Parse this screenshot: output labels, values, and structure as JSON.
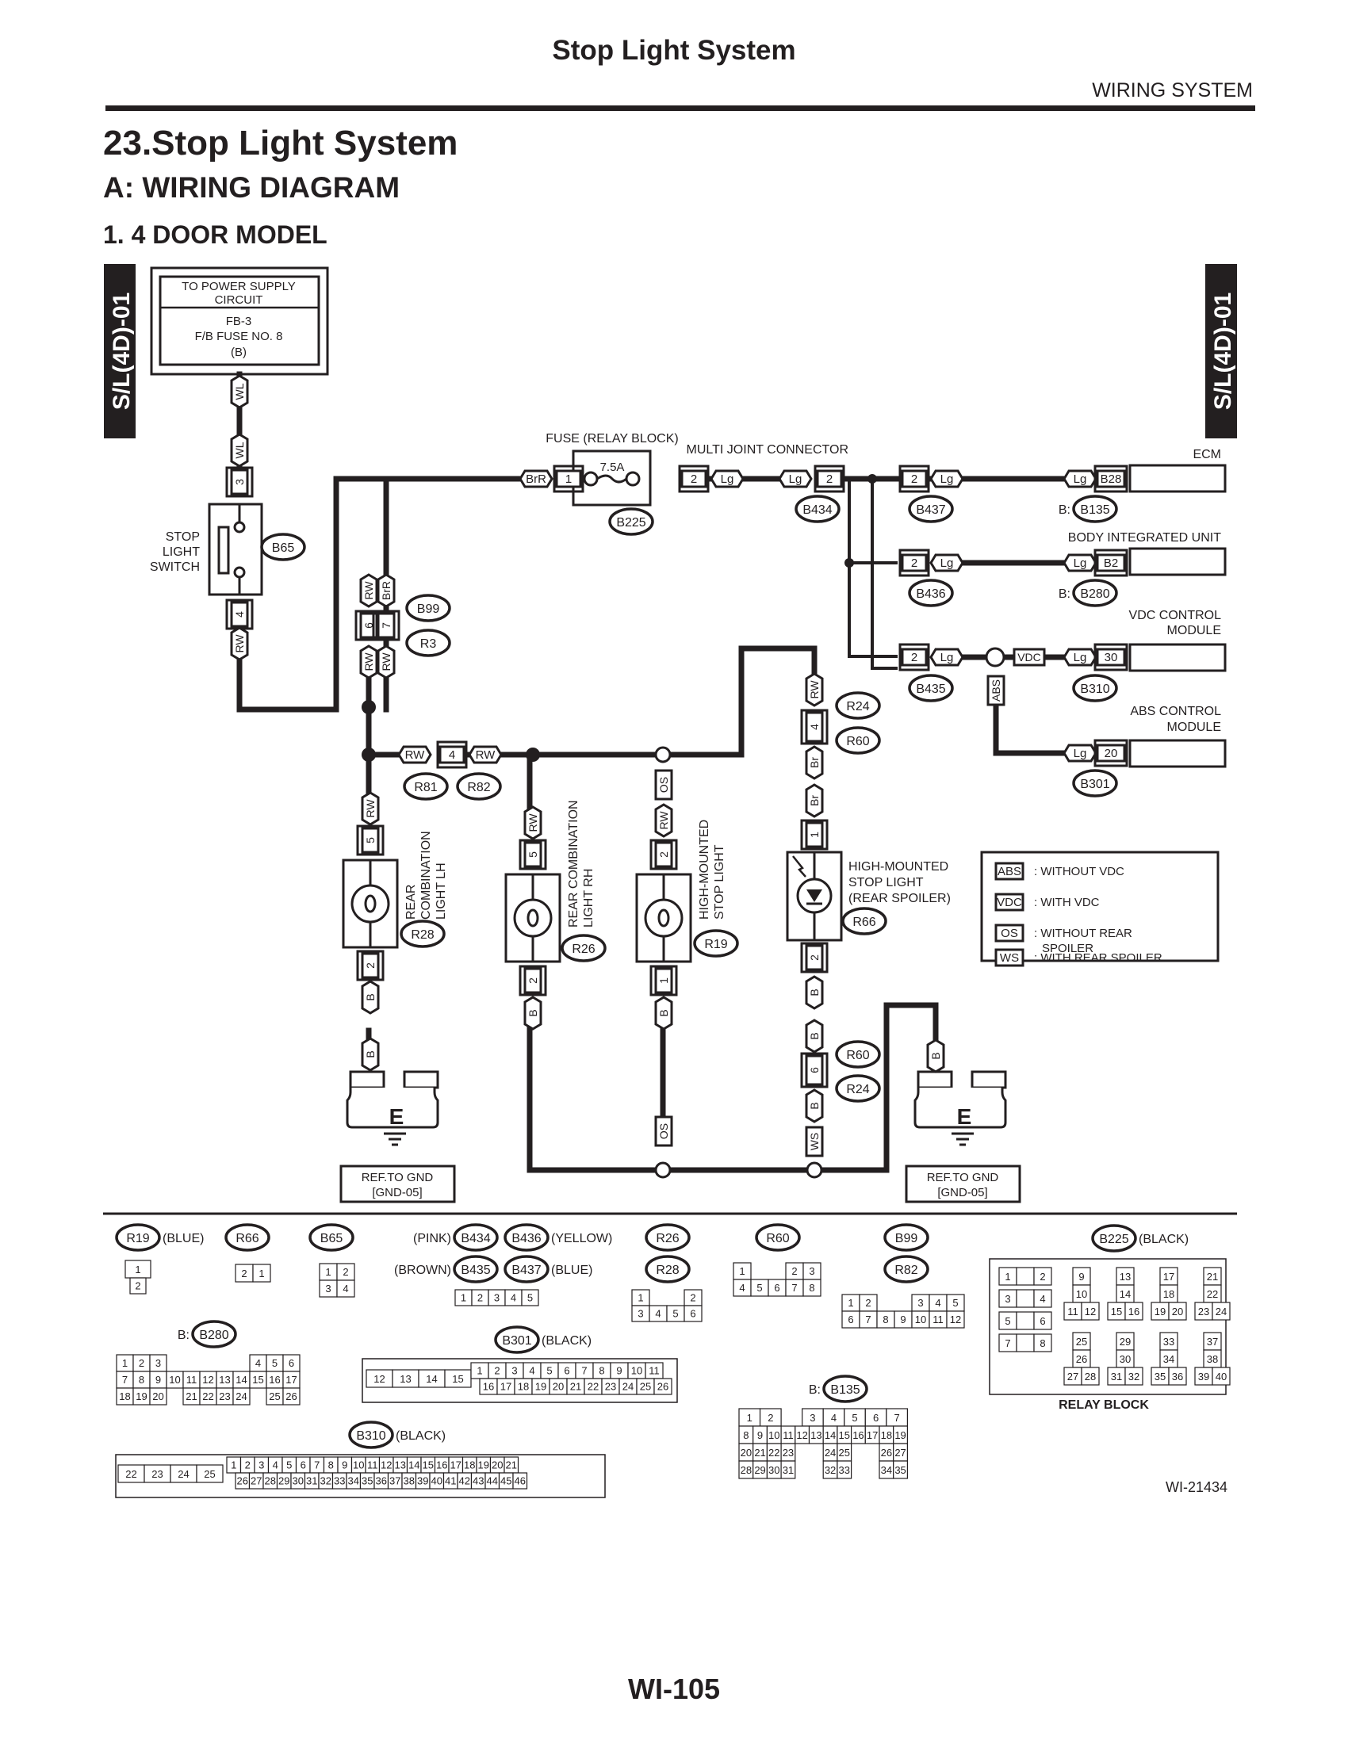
{
  "page": {
    "header_title": "Stop Light System",
    "section_label": "WIRING SYSTEM",
    "title": "23.Stop Light System",
    "subtitle": "A:  WIRING DIAGRAM",
    "model": "1.  4 DOOR MODEL",
    "page_number": "WI-105",
    "figure_id": "WI-21434"
  },
  "side_tabs": {
    "left": "S/L(4D)-01",
    "right": "S/L(4D)-01"
  },
  "power_supply": {
    "line1": "TO POWER SUPPLY",
    "line2": "CIRCUIT",
    "line3": "FB-3",
    "line4": "F/B FUSE NO. 8",
    "line5": "(B)"
  },
  "components": {
    "stop_light_switch": {
      "label": [
        "STOP",
        "LIGHT",
        "SWITCH"
      ],
      "connector": "B65",
      "pins": [
        "3",
        "4"
      ],
      "wires": [
        "WL",
        "WL",
        "RW"
      ]
    },
    "fuse": {
      "label": "FUSE (RELAY BLOCK)",
      "rating": "7.5A",
      "connector": "B225",
      "pins": [
        "1",
        "2"
      ],
      "wires": [
        "BrR",
        "Lg"
      ]
    },
    "multi_joint": {
      "label": "MULTI JOINT CONNECTOR",
      "connectors": [
        "B434",
        "B437",
        "B436",
        "B435"
      ],
      "pin": "2",
      "wire": "Lg"
    },
    "ecm": {
      "label": "ECM",
      "pin": "B28",
      "wire": "Lg",
      "connector_prefix": "B:",
      "connector": "B135"
    },
    "biu": {
      "label": "BODY INTEGRATED UNIT",
      "pin": "B2",
      "wire": "Lg",
      "connector_prefix": "B:",
      "connector": "B280"
    },
    "vdc": {
      "label": [
        "VDC CONTROL",
        "MODULE"
      ],
      "pin": "30",
      "wire": "Lg",
      "connector": "B310",
      "tag": "VDC"
    },
    "abs": {
      "label": [
        "ABS CONTROL",
        "MODULE"
      ],
      "pin": "20",
      "wire": "Lg",
      "connector": "B301",
      "tag": "ABS"
    },
    "joint_b99": {
      "connectors": [
        "B99",
        "R3"
      ],
      "pins": [
        "6",
        "7"
      ],
      "wires_top": [
        "RW",
        "BrR"
      ],
      "wires_bottom": [
        "RW",
        "RW"
      ]
    },
    "joint_r81": {
      "connectors": [
        "R81",
        "R82"
      ],
      "pin": "4",
      "wires": [
        "RW",
        "RW"
      ]
    },
    "rear_lh": {
      "label": [
        "REAR",
        "COMBINATION",
        "LIGHT LH"
      ],
      "connector": "R28",
      "pins": [
        "5",
        "2"
      ],
      "wires": [
        "RW",
        "B",
        "B"
      ]
    },
    "rear_rh": {
      "label": [
        "REAR COMBINATION",
        "LIGHT RH"
      ],
      "connector": "R26",
      "pins": [
        "5",
        "2"
      ],
      "wires": [
        "RW",
        "B"
      ]
    },
    "hmsl": {
      "label": [
        "HIGH-MOUNTED",
        "STOP LIGHT"
      ],
      "connector": "R19",
      "pins": [
        "2",
        "1"
      ],
      "wires": [
        "OS",
        "RW",
        "B",
        "OS"
      ]
    },
    "hmsl_spoiler": {
      "label": [
        "HIGH-MOUNTED",
        "STOP LIGHT",
        "(REAR SPOILER)"
      ],
      "connector": "R66",
      "pins": [
        "1",
        "2"
      ],
      "wires": [
        "Br",
        "B"
      ]
    },
    "joint_r24_top": {
      "connectors": [
        "R24",
        "R60"
      ],
      "pin": "4",
      "wires": [
        "RW",
        "Br"
      ],
      "tag": "WS"
    },
    "joint_r24_bottom": {
      "connectors": [
        "R60",
        "R24"
      ],
      "pin": "6",
      "wires": [
        "B",
        "B",
        "B"
      ],
      "tag": "WS"
    },
    "ground_left": {
      "label": [
        "REF.TO GND",
        "[GND-05]"
      ],
      "symbol": "E",
      "wire": "B"
    },
    "ground_right": {
      "label": [
        "REF.TO GND",
        "[GND-05]"
      ],
      "symbol": "E",
      "wire": "B"
    }
  },
  "legend": [
    {
      "tag": "ABS",
      "text": ": WITHOUT VDC"
    },
    {
      "tag": "VDC",
      "text": ": WITH VDC"
    },
    {
      "tag": "OS",
      "text": ": WITHOUT REAR",
      "text2": "SPOILER"
    },
    {
      "tag": "WS",
      "text": ": WITH REAR SPOILER"
    }
  ],
  "connector_views": {
    "r19": {
      "id": "R19",
      "color": "(BLUE)",
      "pins": [
        "1",
        "2"
      ]
    },
    "r66": {
      "id": "R66",
      "pins": [
        "2",
        "1"
      ]
    },
    "b65": {
      "id": "B65",
      "pins": [
        "1",
        "2",
        "3",
        "4"
      ]
    },
    "b434": {
      "id": "B434",
      "color": "(PINK)"
    },
    "b436": {
      "id": "B436",
      "color": "(YELLOW)"
    },
    "b435": {
      "id": "B435",
      "color": "(BROWN)"
    },
    "b437": {
      "id": "B437",
      "color": "(BLUE)",
      "pins": [
        "1",
        "2",
        "3",
        "4",
        "5"
      ]
    },
    "r26": {
      "id": "R26"
    },
    "r28": {
      "id": "R28",
      "pins": [
        "1",
        "2",
        "3",
        "4",
        "5",
        "6"
      ]
    },
    "r60": {
      "id": "R60",
      "pins": [
        "1",
        "2",
        "3",
        "4",
        "5",
        "6",
        "7",
        "8"
      ]
    },
    "b99": {
      "id": "B99"
    },
    "r82": {
      "id": "R82",
      "pins": [
        "1",
        "2",
        "3",
        "4",
        "5",
        "6",
        "7",
        "8",
        "9",
        "10",
        "11",
        "12"
      ]
    },
    "b225": {
      "id": "B225",
      "color": "(BLACK)",
      "caption": "RELAY BLOCK"
    },
    "b280": {
      "prefix": "B:",
      "id": "B280"
    },
    "b301": {
      "id": "B301",
      "color": "(BLACK)"
    },
    "b310": {
      "id": "B310",
      "color": "(BLACK)"
    },
    "b135": {
      "prefix": "B:",
      "id": "B135"
    }
  }
}
